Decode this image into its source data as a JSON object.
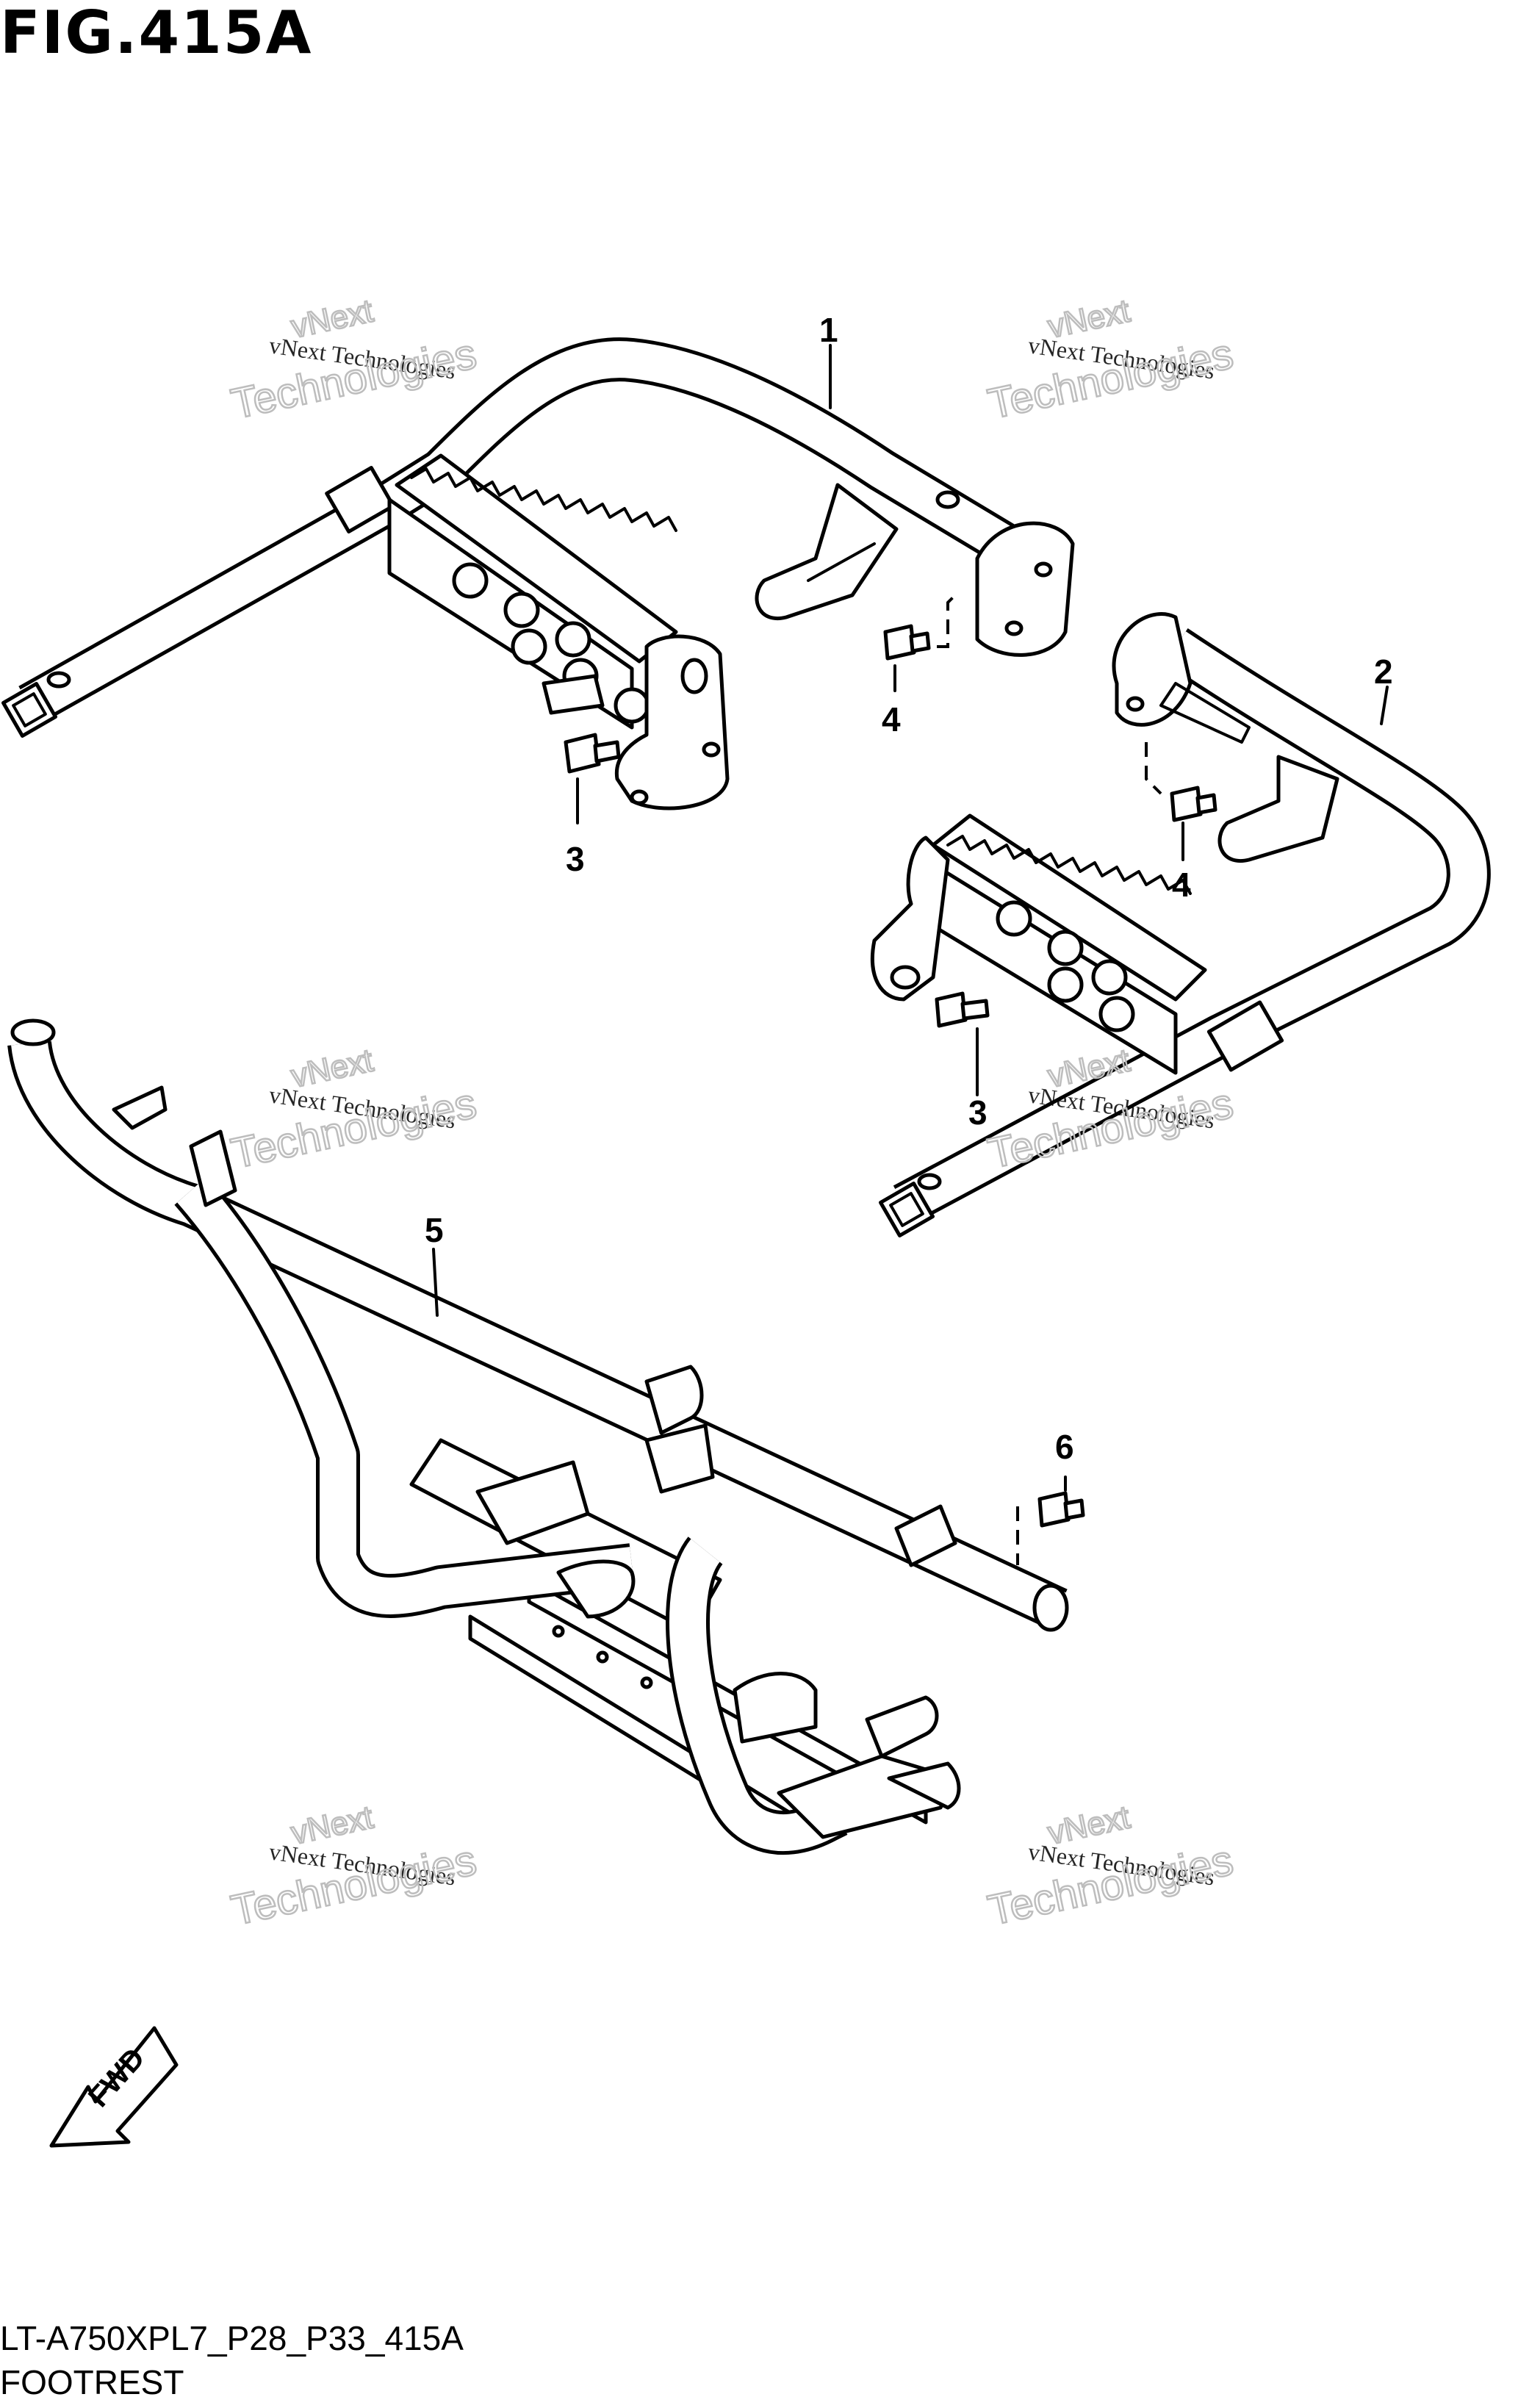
{
  "figure": {
    "title": "FIG.415A",
    "model_code": "LT-A750XPL7_P28_P33_415A",
    "part_name": "FOOTREST"
  },
  "callouts": [
    "1",
    "2",
    "3",
    "4",
    "3",
    "4",
    "5",
    "6"
  ],
  "watermark": {
    "line1": "vNext Technologies",
    "line2": "vNext",
    "line3": "Technologies"
  },
  "fwd_label": "FWD",
  "colors": {
    "line": "#000000",
    "background": "#ffffff",
    "watermark": "#bdbdbd"
  }
}
